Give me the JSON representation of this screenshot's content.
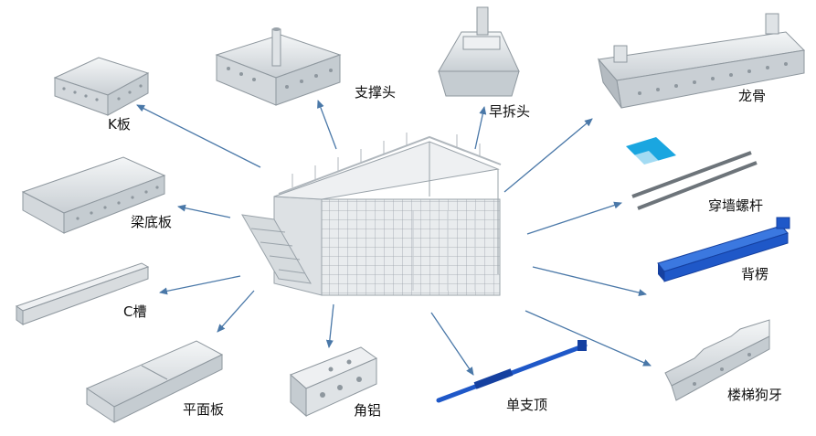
{
  "labels": {
    "k_board": "K板",
    "beam_bottom": "梁底板",
    "c_channel": "C槽",
    "flat_panel": "平面板",
    "support_head": "支撑头",
    "early_strip_head": "早拆头",
    "angle_aluminum": "角铝",
    "single_prop": "单支顶",
    "keel": "龙骨",
    "tie_rod": "穿墙螺杆",
    "back_ridge": "背楞",
    "stair_dogtooth": "楼梯狗牙"
  },
  "colors": {
    "arrow": "#4a78a8",
    "aluminum": "#dfe3e6",
    "aluminum_dark": "#b4bbc1",
    "blue_part": "#1f58c8",
    "cyan_part": "#1aa6e0"
  }
}
